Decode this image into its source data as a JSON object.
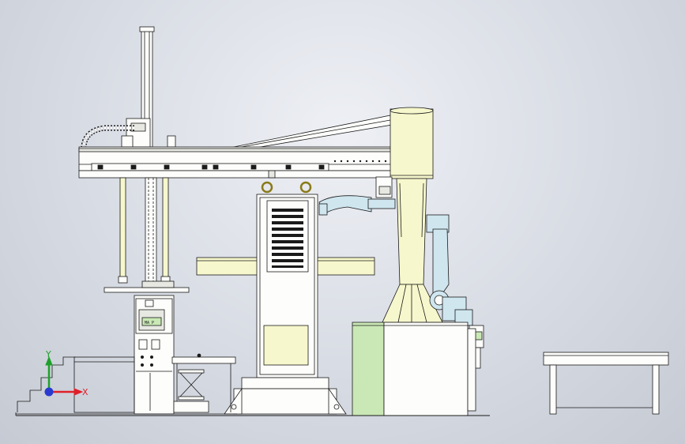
{
  "viewport": {
    "background_top": "#eef0f5",
    "background_bottom": "#c6cad3",
    "line_color": "#1a1a1a",
    "face_white": "#fdfdfb",
    "face_yellow": "#f6f7cc",
    "face_blue": "#cfe6ef",
    "face_green": "#c9e8b5",
    "face_grey": "#e7e8e2"
  },
  "display_panel": {
    "screen_text": "MA P"
  },
  "triad": {
    "x_label": "X",
    "y_label": "Y",
    "x_color": "#e0202a",
    "y_color": "#1ea02a",
    "z_color": "#2a3ad0"
  }
}
